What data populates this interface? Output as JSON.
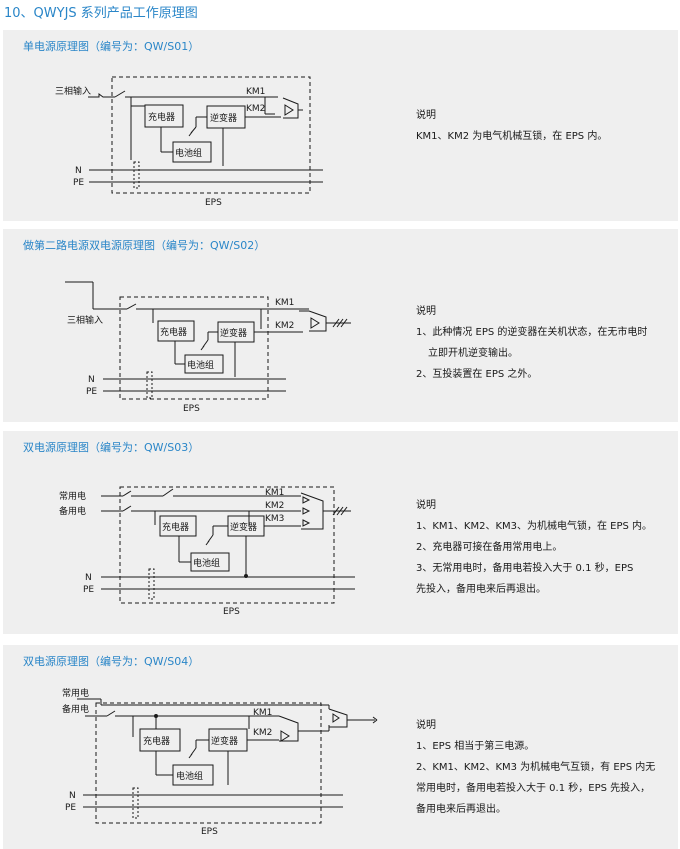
{
  "page_title": "10、QWYJS 系列产品工作原理图",
  "labels": {
    "three_phase": "三相输入",
    "charger": "充电器",
    "inverter": "逆变器",
    "battery": "电池组",
    "eps": "EPS",
    "n": "N",
    "pe": "PE",
    "km1": "KM1",
    "km2": "KM2",
    "km3": "KM3",
    "mains": "常用电",
    "backup": "备用电"
  },
  "panels": [
    {
      "title": "单电源原理图（编号为：QW/S01）",
      "notes": [
        "说明",
        "KM1、KM2 为电气机械互锁，在 EPS 内。"
      ]
    },
    {
      "title": "做第二路电源双电源原理图（编号为：QW/S02）",
      "notes": [
        "说明",
        "1、此种情况 EPS 的逆变器在关机状态，在无市电时",
        "立即开机逆变输出。",
        "2、互投装置在 EPS 之外。"
      ]
    },
    {
      "title": "双电源原理图（编号为：QW/S03）",
      "notes": [
        "说明",
        "1、KM1、KM2、KM3、为机械电气锁，在 EPS 内。",
        "2、充电器可接在备用常用电上。",
        "3、无常用电时，备用电若投入大于 0.1 秒，EPS",
        "先投入，备用电来后再退出。"
      ]
    },
    {
      "title": "双电源原理图（编号为：QW/S04）",
      "notes": [
        "说明",
        "1、EPS 相当于第三电源。",
        "2、KM1、KM2、KM3 为机械电气互锁，有 EPS 内无",
        "常用电时，备用电若投入大于 0.1 秒，EPS 先投入，",
        "备用电来后再退出。"
      ]
    }
  ]
}
